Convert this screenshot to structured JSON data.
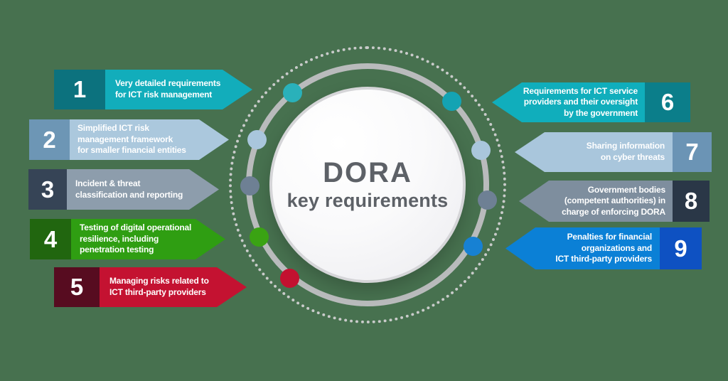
{
  "background_color": "#47714f",
  "hub": {
    "title": "DORA",
    "subtitle": "key requirements",
    "text_color": "#5d6167",
    "circle_border_color": "#d5d5d8",
    "solid_ring_color": "#b9bbbc",
    "dotted_ring_color": "#c9cbca"
  },
  "items": [
    {
      "number": "1",
      "side": "left",
      "label": "Very detailed requirements\nfor ICT risk management",
      "arrow_color": "#12adbb",
      "box_color": "#0c727e",
      "dot_color": "#2ab1ba"
    },
    {
      "number": "2",
      "side": "left",
      "label": "Simplified ICT risk\nmanagement framework\nfor smaller financial entities",
      "arrow_color": "#abc8dd",
      "box_color": "#6d96b5",
      "dot_color": "#a9c6dc"
    },
    {
      "number": "3",
      "side": "left",
      "label": "Incident & threat\nclassification and reporting",
      "arrow_color": "#8d9dac",
      "box_color": "#364456",
      "dot_color": "#6e8094"
    },
    {
      "number": "4",
      "side": "left",
      "label": "Testing of digital operational\nresilience, including\npenetration testing",
      "arrow_color": "#2f9e12",
      "box_color": "#21660f",
      "dot_color": "#3aa313"
    },
    {
      "number": "5",
      "side": "left",
      "label": "Managing risks related to\nICT third-party providers",
      "arrow_color": "#c41231",
      "box_color": "#570c20",
      "dot_color": "#c31130"
    },
    {
      "number": "6",
      "side": "right",
      "label": "Requirements for ICT service\nproviders and their oversight\nby the government",
      "arrow_color": "#10aebc",
      "box_color": "#0b7e8a",
      "dot_color": "#14a3b3"
    },
    {
      "number": "7",
      "side": "right",
      "label": "Sharing information\non cyber threats",
      "arrow_color": "#a9c6dc",
      "box_color": "#6b94b5",
      "dot_color": "#a9c6dc"
    },
    {
      "number": "8",
      "side": "right",
      "label": "Government bodies\n(competent authorities) in\ncharge of enforcing DORA",
      "arrow_color": "#7e8e9e",
      "box_color": "#2a3747",
      "dot_color": "#6e8094"
    },
    {
      "number": "9",
      "side": "right",
      "label": "Penalties for financial\norganizations and\nICT third-party providers",
      "arrow_color": "#0b80d6",
      "box_color": "#0e51c2",
      "dot_color": "#1781d3"
    }
  ]
}
